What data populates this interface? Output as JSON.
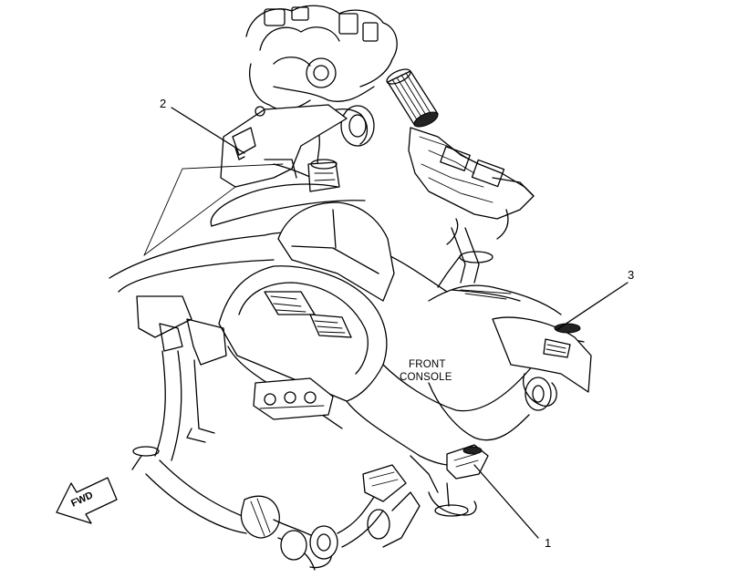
{
  "callouts": {
    "one": "1",
    "two": "2",
    "three": "3"
  },
  "labels": {
    "front_console_line1": "FRONT",
    "front_console_line2": "CONSOLE",
    "fwd": "FWD"
  }
}
